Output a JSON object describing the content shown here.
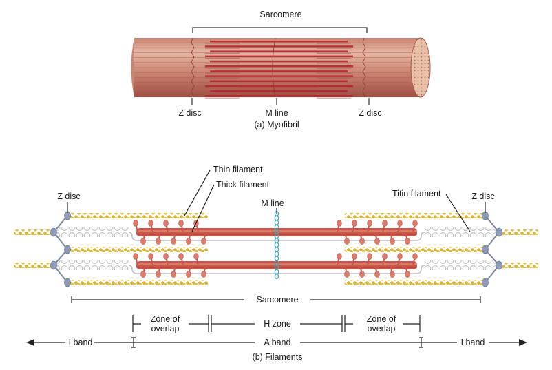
{
  "title": "Sarcomere structure",
  "panel_a": {
    "caption": "(a) Myofibril",
    "sarcomere_label": "Sarcomere",
    "z_disc_left": "Z disc",
    "m_line": "M line",
    "z_disc_right": "Z disc"
  },
  "panel_b": {
    "caption": "(b) Filaments",
    "labels": {
      "thin_filament": "Thin filament",
      "thick_filament": "Thick filament",
      "m_line": "M line",
      "titin_filament": "Titin filament",
      "z_disc_left": "Z disc",
      "z_disc_right": "Z disc"
    },
    "brackets": {
      "sarcomere": "Sarcomere",
      "zone_overlap_left_1": "Zone of",
      "zone_overlap_left_2": "overlap",
      "h_zone": "H zone",
      "zone_overlap_right_1": "Zone of",
      "zone_overlap_right_2": "overlap",
      "i_band_left": "I band",
      "a_band": "A band",
      "i_band_right": "I band"
    }
  },
  "colors": {
    "myofibril_base": "#c97a68",
    "myofibril_light": "#e8b9a6",
    "thick_band": "#b8232f",
    "actin_yellow": "#d9b53a",
    "myosin_red": "#c8574a",
    "myosin_head": "#e07a6c",
    "titin_gray": "#c9c9c9",
    "zdisc_blue": "#8f9bb8",
    "mline_teal": "#3aa7b5"
  }
}
